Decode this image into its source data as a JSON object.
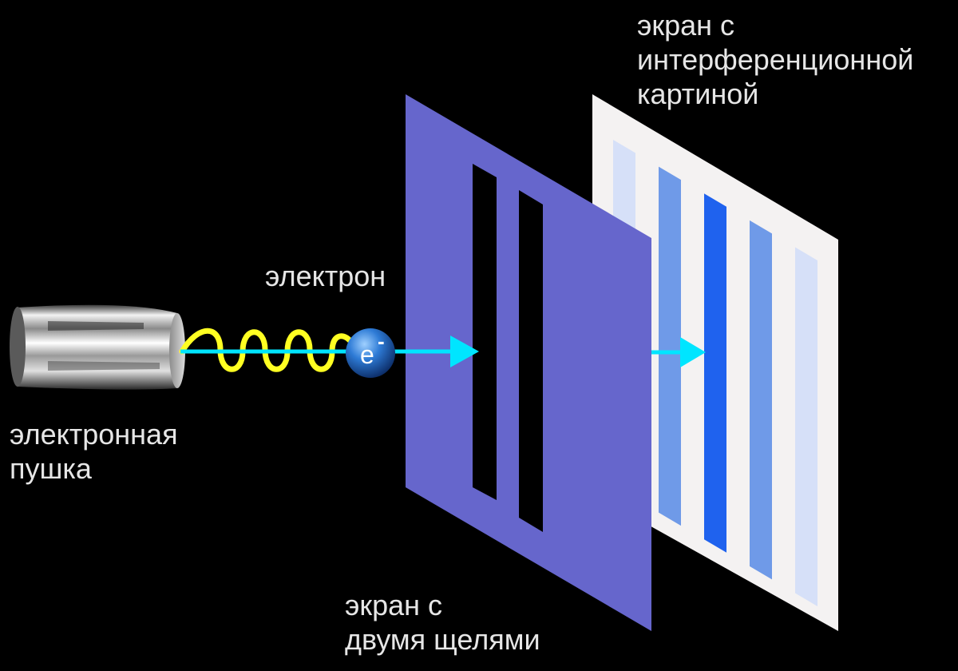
{
  "labels": {
    "gun": [
      "электронная",
      "пушка"
    ],
    "electron": "электрон",
    "slit_screen": [
      "экран с",
      "двумя щелями"
    ],
    "pattern_screen": [
      "экран с",
      "интерференционной",
      "картиной"
    ],
    "electron_symbol": "e",
    "electron_charge": "-"
  },
  "colors": {
    "background": "#000000",
    "text": "#e6e6e6",
    "slit_screen": "#6666cc",
    "pattern_screen": "#f4f2f2",
    "beam": "#00e5ff",
    "wave": "#ffff22",
    "electron": "#2a6fc8"
  },
  "interference_bands": [
    {
      "intensity": "faint",
      "color": "#d6e0f8"
    },
    {
      "intensity": "medium",
      "color": "#6f9ae8"
    },
    {
      "intensity": "strong",
      "color": "#1f62ee"
    },
    {
      "intensity": "medium",
      "color": "#6f9ae8"
    },
    {
      "intensity": "faint",
      "color": "#d6e0f8"
    }
  ]
}
